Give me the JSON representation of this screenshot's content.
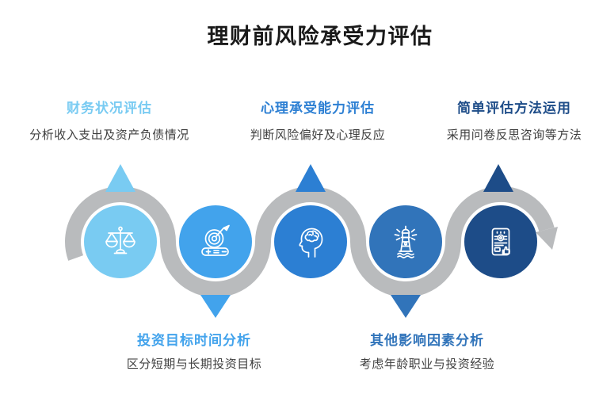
{
  "title": "理财前风险承受力评估",
  "colors": {
    "background": "#ffffff",
    "title_text": "#1a1a1a",
    "desc_text": "#3f3f3f",
    "path_gray": "#b9bbbd",
    "icon_stroke": "#ffffff"
  },
  "steps": [
    {
      "label": "财务状况评估",
      "desc": "分析收入支出及资产负债情况",
      "color": "#79cbf2",
      "icon": "balance-scale-icon",
      "label_position": "top"
    },
    {
      "label": "投资目标时间分析",
      "desc": "区分短期与长期投资目标",
      "color": "#42a3ec",
      "icon": "target-arrow-icon",
      "label_position": "bottom"
    },
    {
      "label": "心理承受能力评估",
      "desc": "判断风险偏好及心理反应",
      "color": "#2c7fd3",
      "icon": "head-brain-icon",
      "label_position": "top"
    },
    {
      "label": "其他影响因素分析",
      "desc": "考虑年龄职业与投资经验",
      "color": "#3174ba",
      "icon": "lighthouse-icon",
      "label_position": "bottom"
    },
    {
      "label": "简单评估方法运用",
      "desc": "采用问卷反思咨询等方法",
      "color": "#1d4c88",
      "icon": "document-approval-icon",
      "label_position": "top"
    }
  ]
}
